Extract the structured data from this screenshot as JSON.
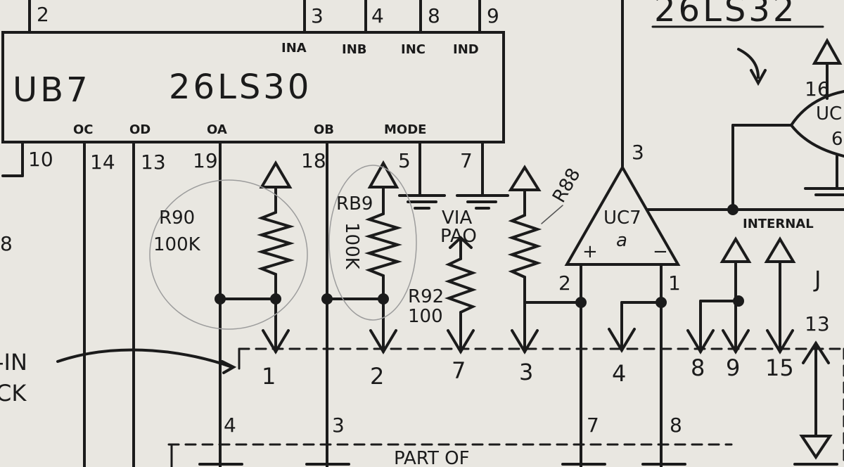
{
  "ic_ub7": {
    "name": "UB7",
    "part": "26LS30",
    "inputs": [
      "INA",
      "INB",
      "INC",
      "IND"
    ],
    "outputs": [
      "OC",
      "OD",
      "OA",
      "OB",
      "MODE"
    ],
    "top_pins": [
      "2",
      "3",
      "4",
      "8",
      "9"
    ],
    "bottom_pins": [
      "10",
      "14",
      "13",
      "19",
      "18",
      "5",
      "7"
    ]
  },
  "ic_top_right": {
    "part": "26LS32",
    "pin": "16",
    "partial_label_1": "UC",
    "partial_label_2": "6"
  },
  "opamp": {
    "name": "UC7",
    "unit": "a",
    "plus": "+",
    "minus": "−",
    "pin_top": "3",
    "pin_left": "2",
    "pin_right": "1"
  },
  "resistors": {
    "r90": {
      "name": "R90",
      "value": "100K"
    },
    "r89": {
      "name": "RB9",
      "value": "100K"
    },
    "r92": {
      "name": "R92",
      "value": "100"
    },
    "r88": {
      "name": "R88"
    }
  },
  "via_label": "VIA",
  "pao_label": "PAO",
  "internal_label": "INTERNAL",
  "connector_label": "J",
  "connector_pins": [
    "1",
    "2",
    "7",
    "3",
    "4",
    "8",
    "9",
    "15",
    "13"
  ],
  "left_edge": {
    "text1": "-IN",
    "text2": "CK",
    "num": "8"
  },
  "bottom_pins": [
    "4",
    "3",
    "7",
    "8"
  ],
  "part_of_label": "PART OF"
}
